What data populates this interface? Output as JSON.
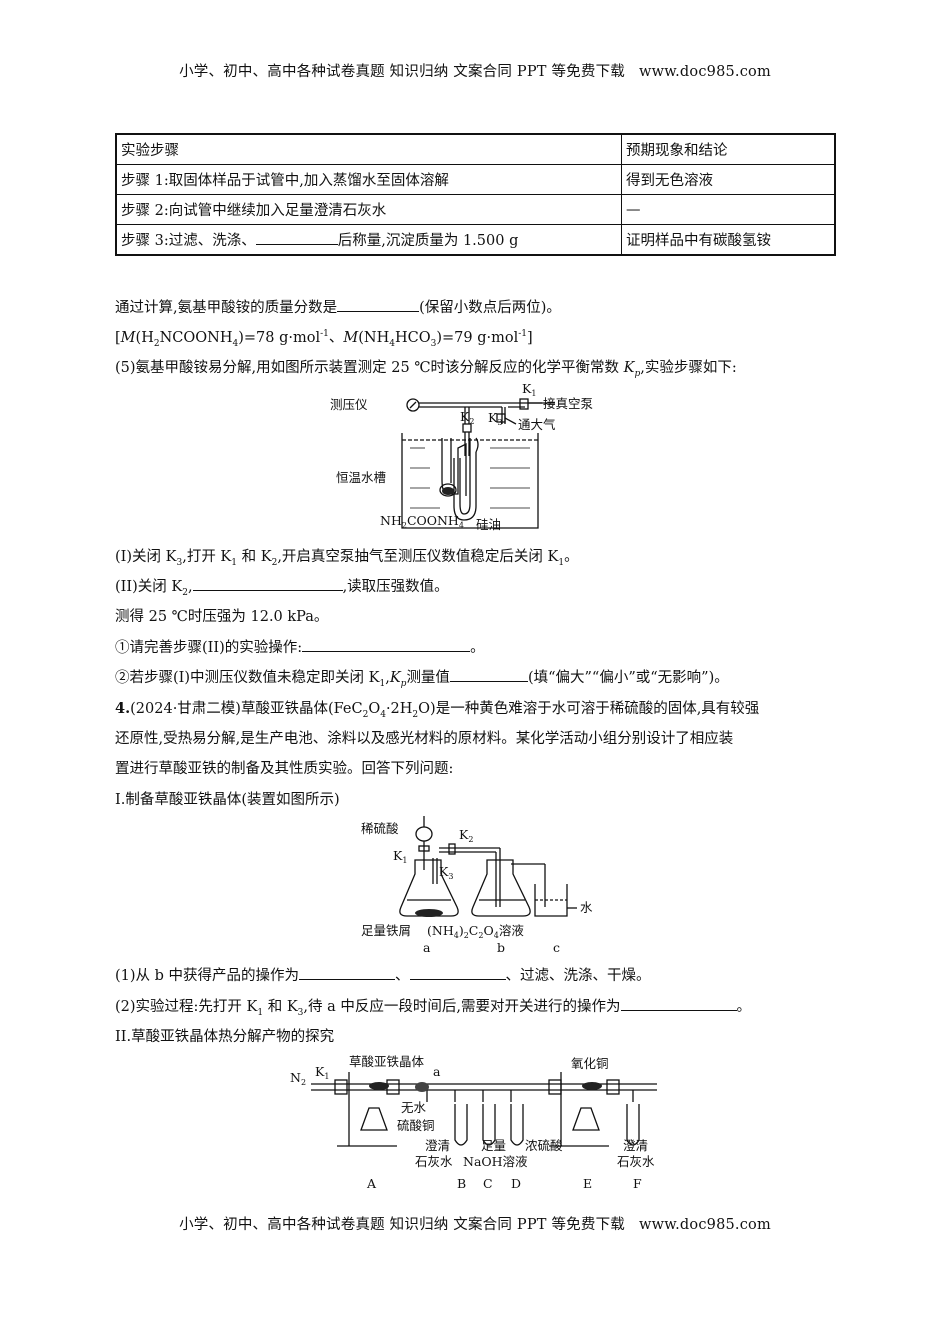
{
  "header": {
    "text": "小学、初中、高中各种试卷真题 知识归纳 文案合同 PPT 等免费下载",
    "site": "www.doc985.com"
  },
  "footer": {
    "text": "小学、初中、高中各种试卷真题 知识归纳 文案合同 PPT 等免费下载",
    "site": "www.doc985.com"
  },
  "table": {
    "headers": [
      "实验步骤",
      "预期现象和结论"
    ],
    "rows": [
      {
        "step": "步骤 1:取固体样品于试管中,加入蒸馏水至固体溶解",
        "result": "得到无色溶液"
      },
      {
        "step": "步骤 2:向试管中继续加入足量澄清石灰水",
        "result": "—"
      },
      {
        "step_pre": "步骤 3:过滤、洗涤、",
        "step_post": "后称量,沉淀质量为 1.500 g",
        "result": "证明样品中有碳酸氢铵"
      }
    ]
  },
  "q_calc": {
    "pre": "通过计算,氨基甲酸铵的质量分数是",
    "post": "(保留小数点后两位)。"
  },
  "molar": {
    "m1": "M",
    "f1a": "(H",
    "f1s": "2",
    "f1b": "NCOONH",
    "f1s2": "4",
    "f1c": ")=78 g·mol",
    "sup1": "-1",
    "sep": "、",
    "m2": "M",
    "f2a": "(NH",
    "f2s": "4",
    "f2b": "HCO",
    "f2s2": "3",
    "f2c": ")=79 g·mol",
    "sup2": "-1"
  },
  "q5": {
    "pre": "(5)氨基甲酸铵易分解,用如图所示装置测定 25 ℃时该分解反应的化学平衡常数 ",
    "k": "K",
    "ksub": "p",
    "post": ",实验步骤如下:"
  },
  "fig1": {
    "gauge": "测压仪",
    "k1": "K",
    "k1s": "1",
    "k2": "K",
    "k2s": "2",
    "k3": "K",
    "k3s": "3",
    "pump": "接真空泵",
    "air": "通大气",
    "bath": "恒温水槽",
    "sample": "NH",
    "sample_s": "2",
    "sample_b": "COONH",
    "sample_s2": "4",
    "oil": "硅油"
  },
  "s1": {
    "a": "(I)关闭 K",
    "a_s": "3",
    "b": ",打开 K",
    "b_s": "1",
    "c": " 和 K",
    "c_s": "2",
    "d": ",开启真空泵抽气至测压仪数值稳定后关闭 K",
    "d_s": "1",
    "e": "。"
  },
  "s2": {
    "a": "(II)关闭 K",
    "a_s": "2",
    "b": ",",
    "c": ",读取压强数值。"
  },
  "measure": "测得 25 ℃时压强为 12.0 kPa。",
  "q_i": {
    "pre": "①请完善步骤(II)的实验操作:",
    "post": "。"
  },
  "q_ii": {
    "pre": "②若步骤(I)中测压仪数值未稳定即关闭 K",
    "pre_s": "1",
    "mid": ",",
    "k": "K",
    "ksub": "p",
    "mid2": "测量值",
    "post": "(填“偏大”“偏小”或“无影响”)。"
  },
  "q4": {
    "num": "4.",
    "l1": "(2024·甘肃二模)草酸亚铁晶体(FeC",
    "l1s": "2",
    "l1b": "O",
    "l1s2": "4",
    "l1c": "·2H",
    "l1s3": "2",
    "l1d": "O)是一种黄色难溶于水可溶于稀硫酸的固体,具有较强",
    "l2": "还原性,受热易分解,是生产电池、涂料以及感光材料的原材料。某化学活动小组分别设计了相应装",
    "l3": "置进行草酸亚铁的制备及其性质实验。回答下列问题:"
  },
  "sec1": "I.制备草酸亚铁晶体(装置如图所示)",
  "fig2": {
    "acid": "稀硫酸",
    "k1": "K",
    "k1s": "1",
    "k2": "K",
    "k2s": "2",
    "k3": "K",
    "k3s": "3",
    "iron": "足量铁屑",
    "sol_a": "(NH",
    "sol_s": "4",
    "sol_b": ")",
    "sol_s2": "2",
    "sol_c": "C",
    "sol_s3": "2",
    "sol_d": "O",
    "sol_s4": "4",
    "sol_e": "溶液",
    "water": "水",
    "la": "a",
    "lb": "b",
    "lc": "c"
  },
  "q4_1": {
    "pre": "(1)从 b 中获得产品的操作为",
    "mid": "、",
    "post": "、过滤、洗涤、干燥。"
  },
  "q4_2": {
    "pre": "(2)实验过程:先打开 K",
    "pre_s": "1",
    "a": " 和 K",
    "a_s": "3",
    "b": ",待 a 中反应一段时间后,需要对开关进行的操作为",
    "post": "。"
  },
  "sec2": "II.草酸亚铁晶体热分解产物的探究",
  "fig3": {
    "n2": "N",
    "n2s": "2",
    "k1": "K",
    "k1s": "1",
    "crystal": "草酸亚铁晶体",
    "a": "a",
    "cuso4a": "无水",
    "cuso4b": "硫酸铜",
    "lime1a": "澄清",
    "lime1b": "石灰水",
    "naoha": "足量",
    "naohb": "NaOH溶液",
    "h2so4": "浓硫酸",
    "cuo": "氧化铜",
    "lime2a": "澄清",
    "lime2b": "石灰水",
    "A": "A",
    "B": "B",
    "C": "C",
    "D": "D",
    "E": "E",
    "F": "F"
  }
}
